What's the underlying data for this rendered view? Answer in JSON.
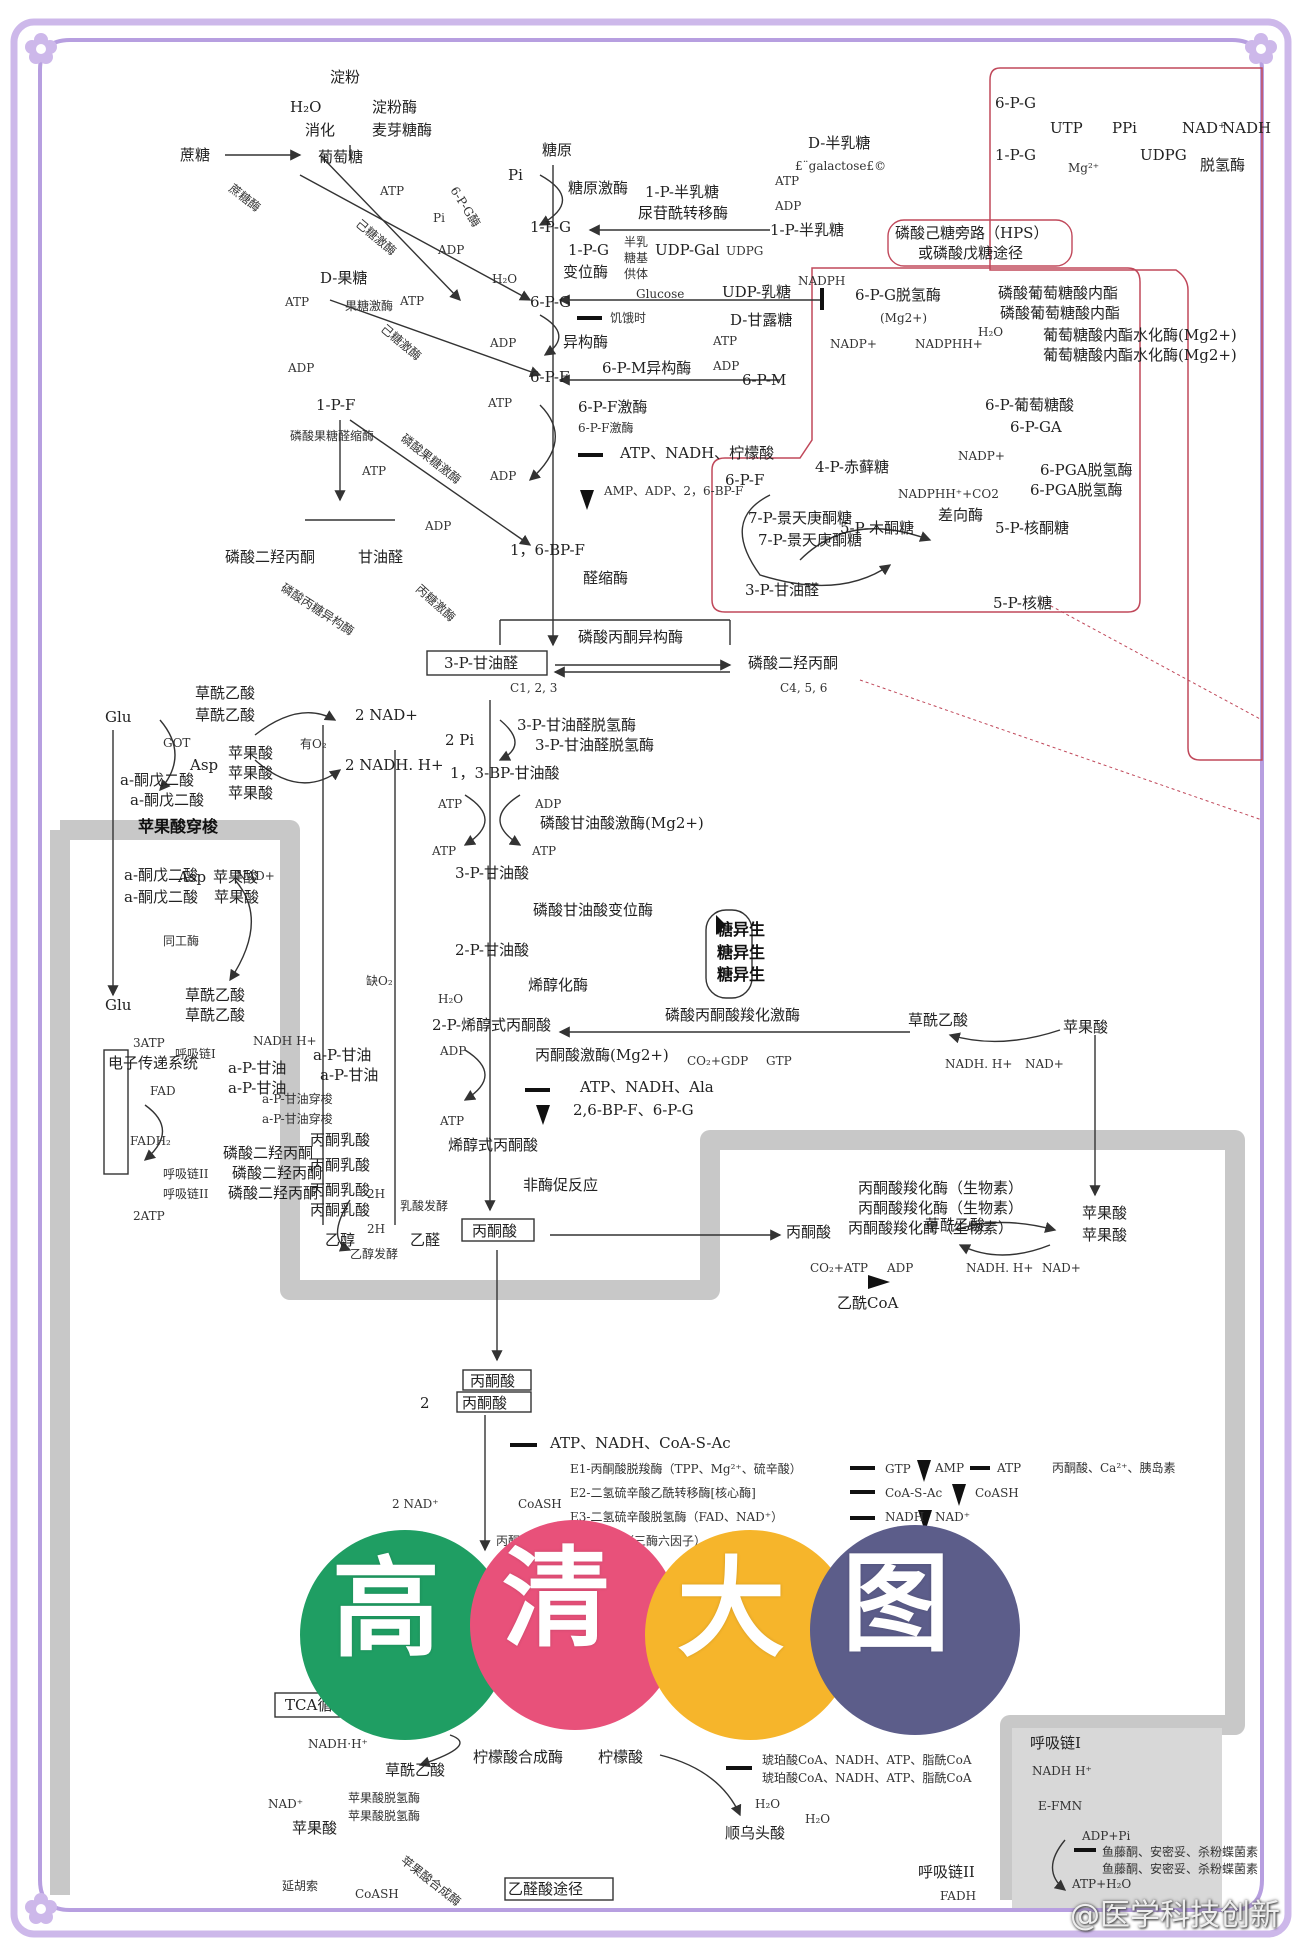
{
  "colors": {
    "frame_outer": "#cdb8ea",
    "frame_inner": "#b79fe0",
    "gray_band": "#c8c8c8",
    "hps_red": "#c0485a",
    "banner": [
      "#1f9e63",
      "#e8517a",
      "#f6b52b",
      "#5c5d8a"
    ]
  },
  "banner": {
    "chars": [
      "高",
      "清",
      "大",
      "图"
    ]
  },
  "watermark": "@医学科技创新",
  "icons": [
    "flower-icon",
    "down-arrow-icon"
  ],
  "labels": {
    "starch": "淀粉",
    "h2o": "H₂O",
    "digest": "消化",
    "amylase": "淀粉酶",
    "maltase": "麦芽糖酶",
    "sucrose": "蔗糖",
    "glucose": "葡萄糖",
    "sucrase": "蔗糖酶",
    "glycogen": "糖原",
    "pi": "Pi",
    "glycogen_phosphorylase": "糖原激酶",
    "g6pase": "6-P-G酶",
    "gal_1p_uridyl": "1-P-半乳糖",
    "uridyl": "尿苷酰转移酶",
    "d_gal": "D-半乳糖",
    "galactose": "£¨galactose£©",
    "atp": "ATP",
    "adp": "ADP",
    "g1p": "1-P-G",
    "gal1p": "1-P-半乳糖",
    "hexokinase": "己糖激酶",
    "g1p_g6p": "1-P-G",
    "mutase": "变位酶",
    "half_milk": "半乳",
    "sugar_base": "糖基",
    "donor": "供体",
    "udp_gal": "UDP-Gal",
    "udpg": "UDPG",
    "glucose_en": "Glucose",
    "udp_galactose": "UDP-乳糖",
    "fructose": "D-果糖",
    "fructokinase": "果糖激酶",
    "g6p": "6-P-G",
    "starvation": "饥饿时",
    "isomerase": "异构酶",
    "mannose": "D-甘露糖",
    "f6p": "6-P-F",
    "m6p_iso": "6-P-M异构酶",
    "m6p": "6-P-M",
    "f1p": "1-P-F",
    "pfk": "6-P-F激酶",
    "inhib_pfk": "ATP、NADH、柠檬酸",
    "activ_pfk": "AMP、ADP、2，6-BP-F",
    "f1p_aldolase": "磷酸果糖醛缩酶",
    "pfk2": "磷酸果糖激酶",
    "f16bp": "1，6-BP-F",
    "aldolase": "醛缩酶",
    "dhap": "磷酸二羟丙酮",
    "glyceraldehyde": "甘油醛",
    "triokinase": "丙糖激酶",
    "tpi_side": "磷酸丙糖异构酶",
    "tpi": "磷酸丙酮异构酶",
    "g3p": "3-P-甘油醛",
    "dhap2": "磷酸二羟丙酮",
    "c123": "C1, 2, 3",
    "c456": "C4, 5, 6",
    "hps_title1": "磷酸己糖旁路（HPS）",
    "hps_title2": "或磷酸戊糖途径",
    "nadph": "NADPH",
    "g6pd": "6-P-G脱氢酶",
    "mg": "(Mg2+)",
    "nadp": "NADP+",
    "nadphh": "NADPHH+",
    "lactone": "磷酸葡萄糖酸内酯",
    "lactonase": "葡萄糖酸内酯水化酶(Mg2+)",
    "h2o_b": "H₂O",
    "gluconate": "6-P-葡萄糖酸",
    "pga6": "6-P-GA",
    "nadp2": "NADP+",
    "pgd": "6-PGA脱氢酶",
    "nadph_co2": "NADPHH⁺+CO2",
    "erythrose": "4-P-赤藓糖",
    "f6p_b": "6-P-F",
    "sedo": "7-P-景天庚酮糖",
    "xylulose": "5-P-木酮糖",
    "epimerase": "差向酶",
    "ribulose": "5-P-核酮糖",
    "g3p_b": "3-P-甘油醛",
    "ribose": "5-P-核糖",
    "top_g6p": "6-P-G",
    "top_g1p": "1-P-G",
    "utp": "UTP",
    "ppi": "PPi",
    "mg2": "Mg²⁺",
    "udpg2": "UDPG",
    "nad_top": "NAD⁺",
    "nadh_top": "NADH",
    "dehydrogenase": "脱氢酶",
    "glu": "Glu",
    "got": "GOT",
    "oaa": "草酰乙酸",
    "asp": "Asp",
    "akg": "a-酮戊二酸",
    "malate": "苹果酸",
    "malate_shuttle": "苹果酸穿梭",
    "nad_plus": "NAD+",
    "nadh_h": "NADH H+",
    "homologous": "同工酶",
    "oaa2": "草酰乙酸",
    "akg2": "a-酮戊二酸",
    "asp2": "Asp",
    "malate2": "苹果酸",
    "glu2": "Glu",
    "atp3": "3ATP",
    "resp1": "呼吸链I",
    "fad": "FAD",
    "fadh2": "FADH₂",
    "resp2": "呼吸链II",
    "atp2": "2ATP",
    "etc": "电子传递系统",
    "agp": "a-P-甘油",
    "glycerol_shuttle": "a-P-甘油穿梭",
    "dhap3": "磷酸二羟丙酮",
    "agp2": "a-P-甘油",
    "two_nad": "2 NAD+",
    "two_nadh": "2 NADH. H+",
    "o2": "有O₂",
    "no_o2": "缺O₂",
    "two_pi": "2 Pi",
    "gapdh": "3-P-甘油醛脱氢酶",
    "bpg13": "1，3-BP-甘油酸",
    "pgk": "磷酸甘油酸激酶(Mg2+)",
    "pg3": "3-P-甘油酸",
    "pgm": "磷酸甘油酸变位酶",
    "pg2": "2-P-甘油酸",
    "enolase": "烯醇化酶",
    "pep": "2-P-烯醇式丙酮酸",
    "pepck": "磷酸丙酮酸羧化激酶",
    "co2_gdp": "CO₂+GDP",
    "gtp": "GTP",
    "gluconeo": "糖异生",
    "pk": "丙酮酸激酶(Mg2+)",
    "inhib_pk": "ATP、NADH、Ala",
    "activ_pk": "2,6-BP-F、6-P-G",
    "enolpyr": "烯醇式丙酮酸",
    "nonenz": "非酶促反应",
    "pyruvate": "丙酮酸",
    "lactate": "丙酮乳酸",
    "lactic_ferm": "乳酸发酵",
    "two_h": "2H",
    "ethanol": "乙醇",
    "ethanol_ferm": "乙醇发酵",
    "acetaldehyde": "乙醛",
    "pc": "丙酮酸羧化酶（生物素）",
    "pyruvate2": "丙酮酸",
    "co2_atp": "CO₂+ATP",
    "oaa3": "草酰乙酸",
    "acetylcoa": "乙酰CoA",
    "nadhh": "NADH. H+",
    "nadplus2": "NAD+",
    "malate3": "苹果酸",
    "malate4": "苹果酸",
    "pyr_a": "丙酮酸",
    "pyr_b": "丙酮酸",
    "two": "2",
    "pdh_inhib": "ATP、NADH、CoA-S-Ac",
    "e1": "E1-丙酮酸脱羧酶（TPP、Mg²⁺、硫辛酸）",
    "e2": "E2-二氢硫辛酸乙酰转移酶[核心酶]",
    "e3": "E3-二氢硫辛酸脱氢酶（FAD、NAD⁺）",
    "complex": "（三酶六因子）",
    "gtp_amp": "GTP",
    "amp": "AMP",
    "atp_pyr": "ATP",
    "pyr_ca": "丙酮酸、Ca²⁺、胰岛素",
    "coa_ac": "CoA-S-Ac",
    "coash": "CoASH",
    "nadh2": "NADH",
    "nad2": "NAD⁺",
    "nad_two": "2 NAD⁺",
    "coash2": "CoASH",
    "pyr_dh": "丙酮",
    "tca": "TCA循",
    "nadhh2": "NADH·H⁺",
    "oaa4": "草酰乙酸",
    "cit_synth": "柠檬酸合成酶",
    "citrate": "柠檬酸",
    "cit_inhib": "琥珀酸CoA、NADH、ATP、脂酰CoA",
    "h2o_c": "H₂O",
    "nad3": "NAD⁺",
    "mdh": "苹果酸脱氢酶",
    "malate5": "苹果酸",
    "cis_aconitate": "顺乌头酸",
    "h2o_d": "H₂O",
    "fumarase": "延胡索",
    "ms": "苹果酸合成酶",
    "coash3": "CoASH",
    "glyoxylate": "乙醛酸途径",
    "resp_chain1": "呼吸链I",
    "nadhh3": "NADH H⁺",
    "efmn": "E-FMN",
    "adp_pi": "ADP+Pi",
    "inhib_resp": "鱼藤酮、安密妥、杀粉蝶菌素",
    "atp_h2o": "ATP+H₂O",
    "resp_chain2": "呼吸链II",
    "fadh": "FADH"
  }
}
